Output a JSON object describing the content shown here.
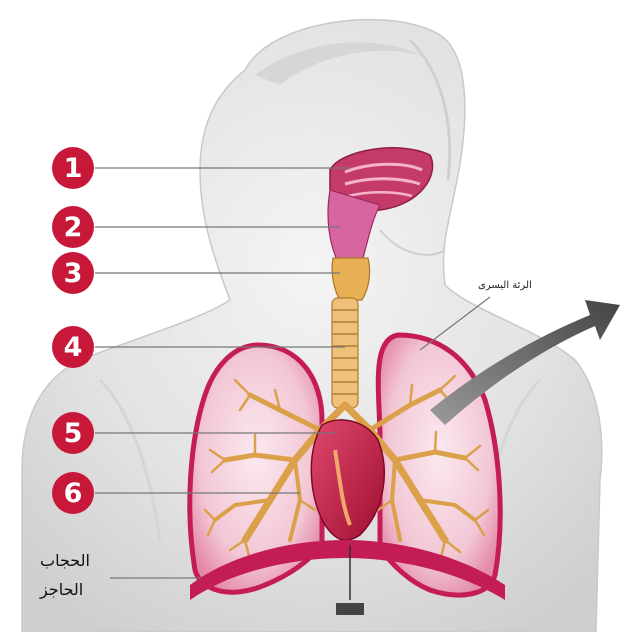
{
  "labels": {
    "markers": [
      "1",
      "2",
      "3",
      "4",
      "5",
      "6"
    ],
    "left_lung_label": "الرئة اليسرى",
    "diaphragm_line1": "الحجاب",
    "diaphragm_line2": "الحاجز"
  },
  "colors": {
    "marker_red": "#c8183a",
    "lung_pink": "#d42a5e",
    "bronchi_orange": "#e0a54a",
    "heart_red": "#b5153a",
    "skin_grey": "#e4e4e4"
  },
  "icons": {
    "arrow": "arrow-right-icon"
  }
}
